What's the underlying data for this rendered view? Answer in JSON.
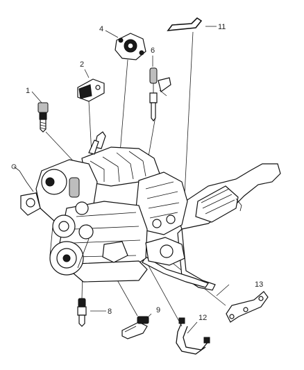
{
  "diagram": {
    "callouts": [
      {
        "id": "c1",
        "label": "1"
      },
      {
        "id": "c2",
        "label": "2"
      },
      {
        "id": "c4",
        "label": "4"
      },
      {
        "id": "c6",
        "label": "6"
      },
      {
        "id": "c8",
        "label": "8"
      },
      {
        "id": "c9",
        "label": "9"
      },
      {
        "id": "c11",
        "label": "11"
      },
      {
        "id": "c12",
        "label": "12"
      },
      {
        "id": "c13",
        "label": "13"
      }
    ]
  }
}
